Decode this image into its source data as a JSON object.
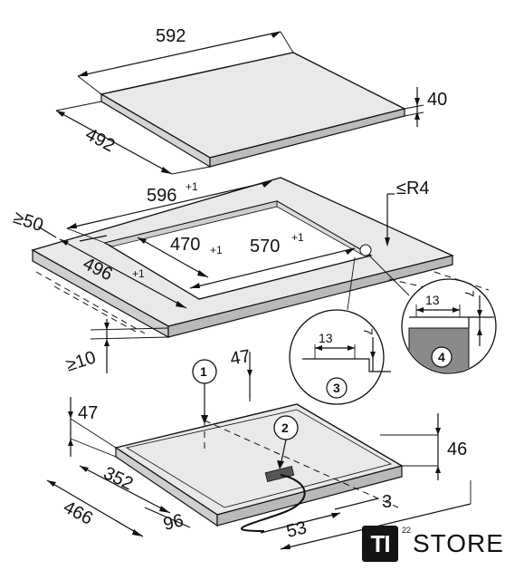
{
  "top_hob": {
    "width": "592",
    "depth": "492",
    "thickness": "40"
  },
  "cutout": {
    "outer_width": "596",
    "outer_width_tol": "+1",
    "outer_depth": "496",
    "outer_depth_tol": "+1",
    "inner_depth": "470",
    "inner_depth_tol": "+1",
    "inner_width": "570",
    "inner_width_tol": "+1",
    "radius": "≤R4",
    "min_front": "≥50",
    "min_worktop": "≥10"
  },
  "detail_3": {
    "label": "3",
    "width": "13",
    "height": "7"
  },
  "detail_4": {
    "label": "4",
    "width": "13",
    "height": "7"
  },
  "bottom_hob": {
    "marker_1": "1",
    "marker_2": "2",
    "left_height": "47",
    "top_height": "47",
    "right_height": "46",
    "inner_depth": "352",
    "outer_depth": "466",
    "offset_front": "96",
    "cable": "53",
    "edge": "3"
  },
  "logo": {
    "mark": "TI",
    "superscript": "22",
    "text": "STORE"
  },
  "colors": {
    "ink": "#111111",
    "hob_surface": "#e8e8e8",
    "detail_fill": "#8a8a8a"
  }
}
